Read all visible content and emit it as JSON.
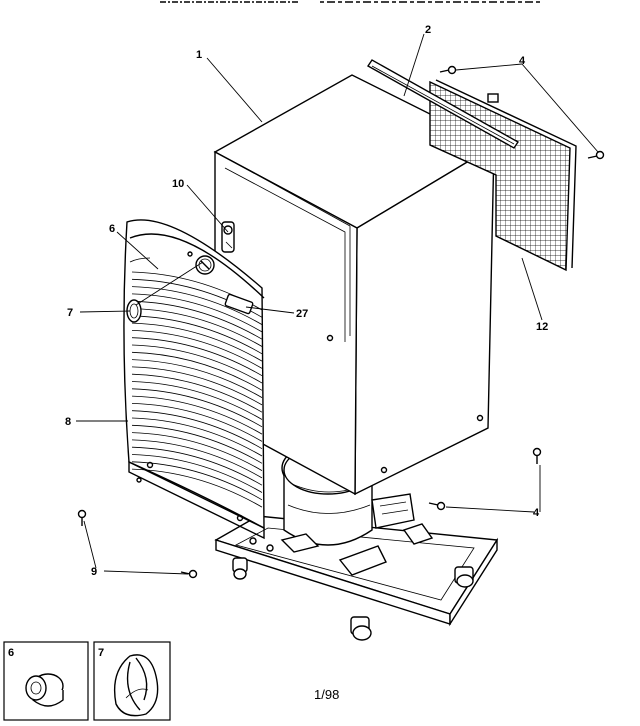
{
  "callouts": {
    "c1": "1",
    "c2": "2",
    "c4a": "4",
    "c4b": "4",
    "c6": "6",
    "c7": "7",
    "c8": "8",
    "c9": "9",
    "c10": "10",
    "c12": "12",
    "c27": "27"
  },
  "insets": {
    "knob_label": "6",
    "handle_label": "7"
  },
  "footer": {
    "code": "1/98"
  }
}
